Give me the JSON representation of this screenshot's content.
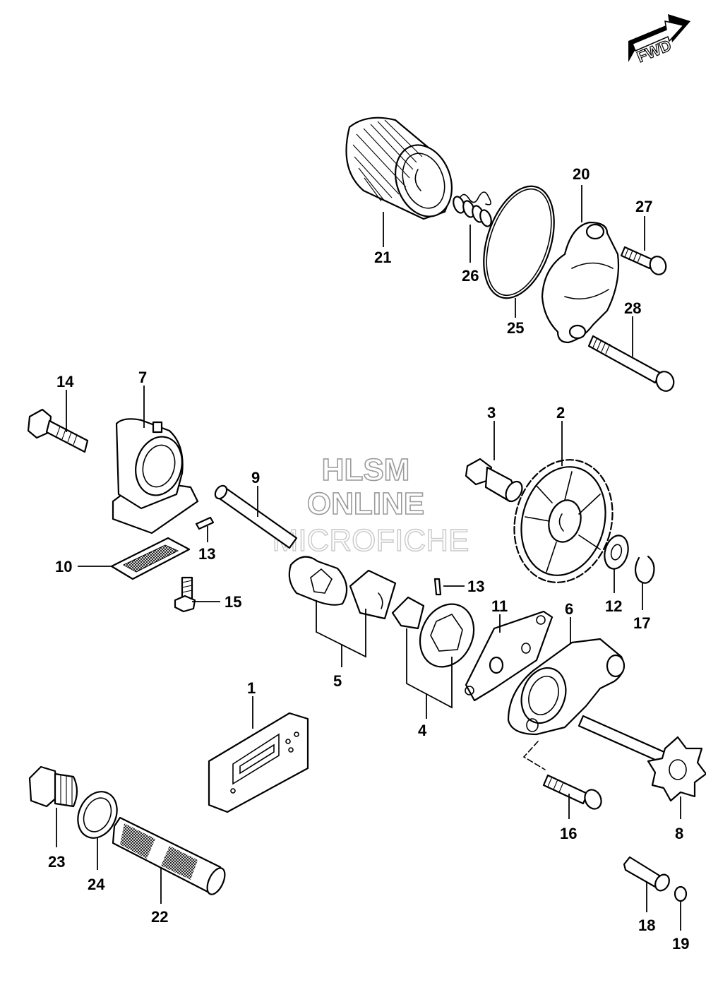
{
  "direction_badge": {
    "text": "FWD"
  },
  "watermark": {
    "line1": "HLSM",
    "line2": "ONLINE",
    "line3": "MICROFICHE"
  },
  "callouts": {
    "p1": "1",
    "p2": "2",
    "p3": "3",
    "p4": "4",
    "p5": "5",
    "p6": "6",
    "p7": "7",
    "p8": "8",
    "p9": "9",
    "p10": "10",
    "p11": "11",
    "p12": "12",
    "p13a": "13",
    "p13b": "13",
    "p14": "14",
    "p15": "15",
    "p16": "16",
    "p17": "17",
    "p18": "18",
    "p19": "19",
    "p20": "20",
    "p21": "21",
    "p22": "22",
    "p23": "23",
    "p24": "24",
    "p25": "25",
    "p26": "26",
    "p27": "27",
    "p28": "28"
  }
}
